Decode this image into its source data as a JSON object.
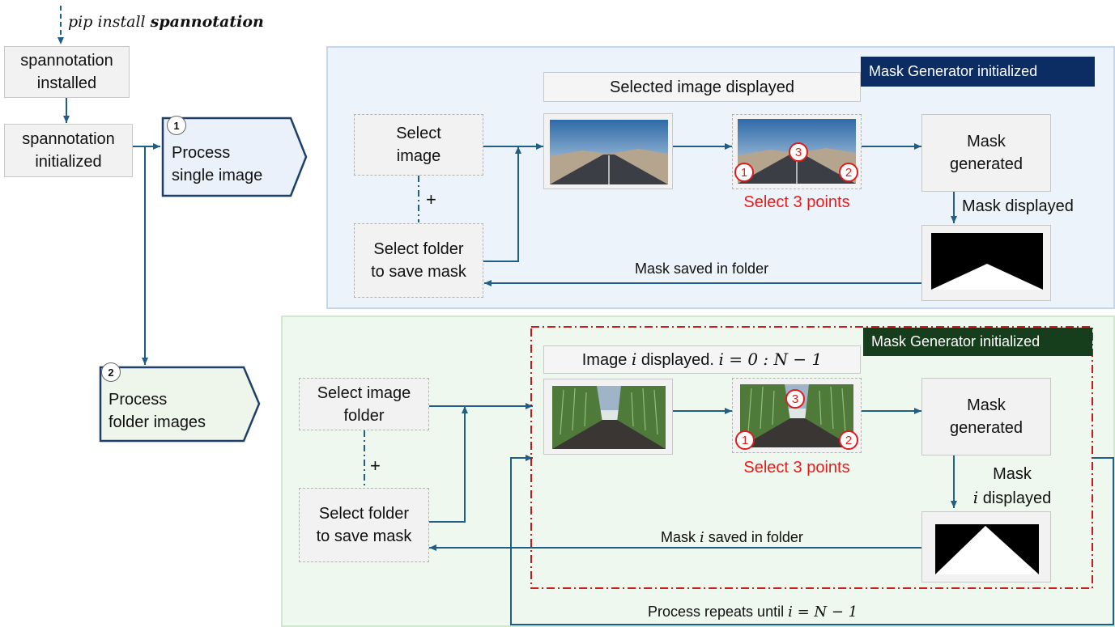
{
  "install": {
    "pre": "pip install ",
    "pkg": "spannotation"
  },
  "left": {
    "installed": [
      "spannotation",
      "installed"
    ],
    "initialized": [
      "spannotation",
      "initialized"
    ],
    "process1": {
      "num": "1",
      "lines": [
        "Process",
        "single image"
      ]
    },
    "process2": {
      "num": "2",
      "lines": [
        "Process",
        "folder images"
      ]
    }
  },
  "top": {
    "badge": "Mask Generator initialized",
    "select_image": [
      "Select",
      "image"
    ],
    "plus": "+",
    "select_folder": [
      "Select folder",
      "to save mask"
    ],
    "displayed": "Selected image displayed",
    "select_points": "Select 3 points",
    "points": [
      "1",
      "2",
      "3"
    ],
    "mask_generated": [
      "Mask",
      "generated"
    ],
    "mask_displayed": "Mask displayed",
    "saved": "Mask saved in folder"
  },
  "bottom": {
    "badge": "Mask Generator initialized",
    "select_image": [
      "Select image",
      "folder"
    ],
    "plus": "+",
    "select_folder": [
      "Select folder",
      "to save mask"
    ],
    "displayed": {
      "pre": "Image ",
      "var": "i",
      "mid": " displayed. ",
      "eq": "i = 0 : N − 1"
    },
    "select_points": "Select 3 points",
    "points": [
      "1",
      "2",
      "3"
    ],
    "mask_generated": [
      "Mask",
      "generated"
    ],
    "mask_displayed": {
      "line1": "Mask",
      "var": "i",
      "line2": " displayed"
    },
    "saved": {
      "pre": "Mask ",
      "var": "i",
      "post": " saved in folder"
    },
    "repeat": {
      "pre": "Process repeats until ",
      "eq": "i = N − 1"
    }
  },
  "colors": {
    "arrow": "#1f5f85",
    "badge_top": "#0c2d63",
    "badge_bottom": "#163e1c",
    "red": "#e81b1b",
    "dashred": "#c00000"
  }
}
